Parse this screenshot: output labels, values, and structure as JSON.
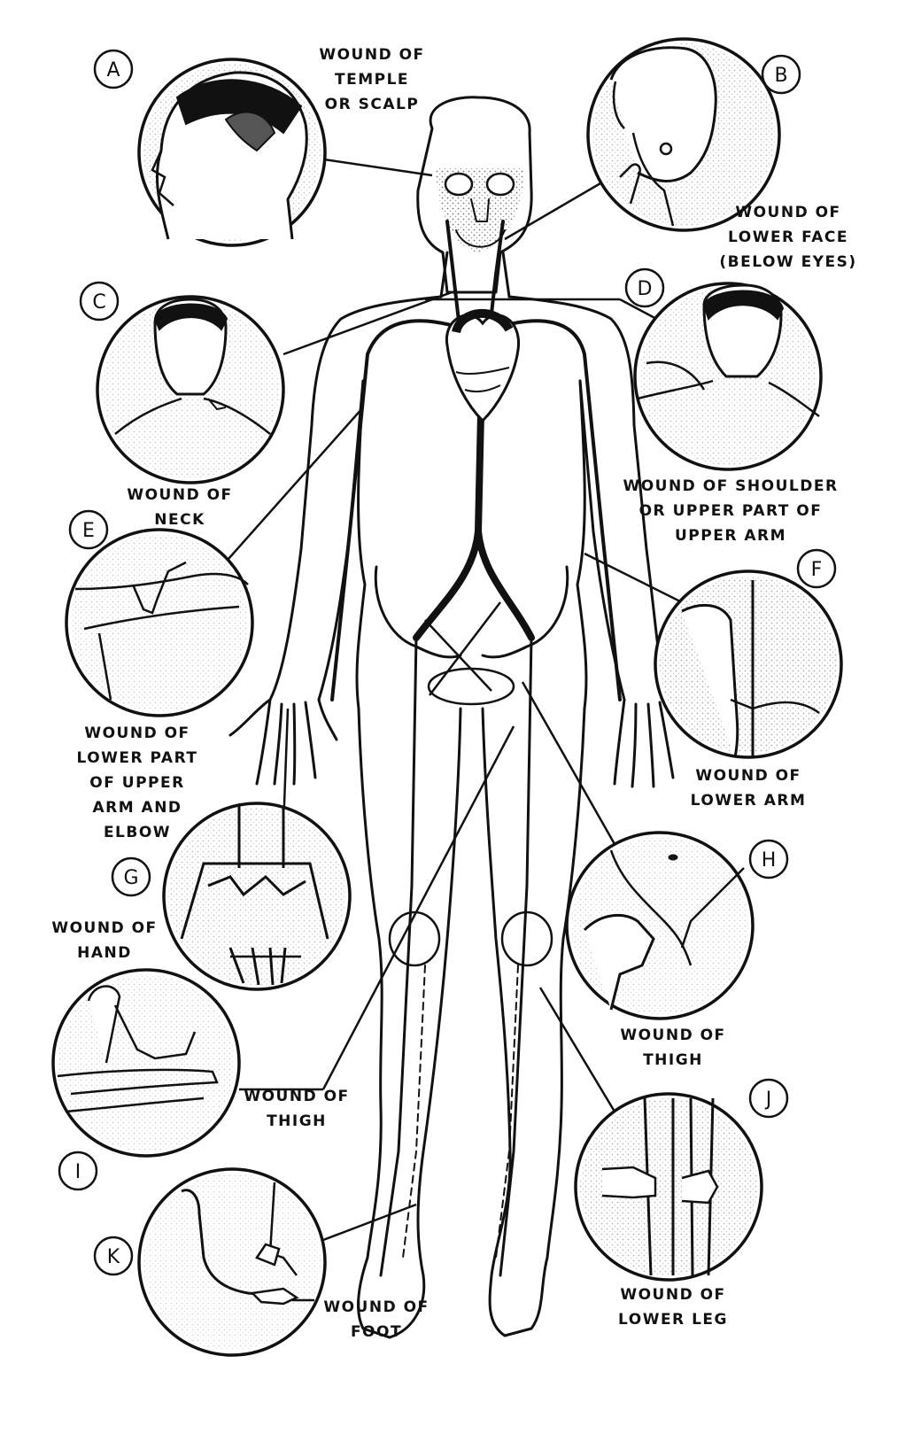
{
  "colors": {
    "ink": "#111111",
    "paper": "#ffffff",
    "shade": "#9a9a9a"
  },
  "points": [
    {
      "id": "A",
      "caption": [
        "WOUND OF",
        "TEMPLE",
        "OR SCALP"
      ]
    },
    {
      "id": "B",
      "caption": [
        "WOUND OF",
        "LOWER FACE",
        "(BELOW EYES)"
      ]
    },
    {
      "id": "C",
      "caption": [
        "WOUND OF",
        "NECK"
      ]
    },
    {
      "id": "D",
      "caption": [
        "WOUND OF SHOULDER",
        "OR UPPER PART OF",
        "UPPER ARM"
      ]
    },
    {
      "id": "E",
      "caption": [
        "WOUND OF",
        "LOWER PART",
        "OF UPPER",
        "ARM AND",
        "ELBOW"
      ]
    },
    {
      "id": "F",
      "caption": [
        "WOUND OF",
        "LOWER ARM"
      ]
    },
    {
      "id": "G",
      "caption": [
        "WOUND OF",
        "HAND"
      ]
    },
    {
      "id": "H",
      "caption": [
        "WOUND OF",
        "THIGH"
      ]
    },
    {
      "id": "I",
      "caption": [
        "WOUND OF",
        "THIGH"
      ]
    },
    {
      "id": "J",
      "caption": [
        "WOUND OF",
        "LOWER LEG"
      ]
    },
    {
      "id": "K",
      "caption": [
        "WOUND OF",
        "FOOT"
      ]
    }
  ]
}
